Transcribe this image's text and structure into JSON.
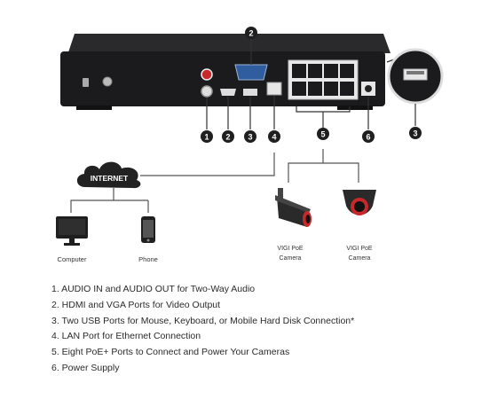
{
  "callouts": [
    "1",
    "2",
    "3",
    "4",
    "5",
    "6"
  ],
  "internet": {
    "label": "INTERNET"
  },
  "devices": {
    "computer": "Computer",
    "phone": "Phone",
    "camera_bullet": [
      "VIGI PoE",
      "Camera"
    ],
    "camera_dome": [
      "VIGI PoE",
      "Camera"
    ]
  },
  "legend": [
    "1. AUDIO IN and AUDIO OUT for Two-Way Audio",
    "2. HDMI and VGA Ports for Video Output",
    "3. Two USB Ports for Mouse, Keyboard, or Mobile Hard Disk Connection*",
    "4. LAN Port for Ethernet Connection",
    "5. Eight PoE+ Ports to Connect and Power Your Cameras",
    "6. Power Supply"
  ],
  "colors": {
    "device": "#1b1b1d",
    "callout": "#1f1f1f",
    "line": "#555555",
    "audio_red": "#c8282a",
    "vga_blue": "#2f5d9e"
  }
}
